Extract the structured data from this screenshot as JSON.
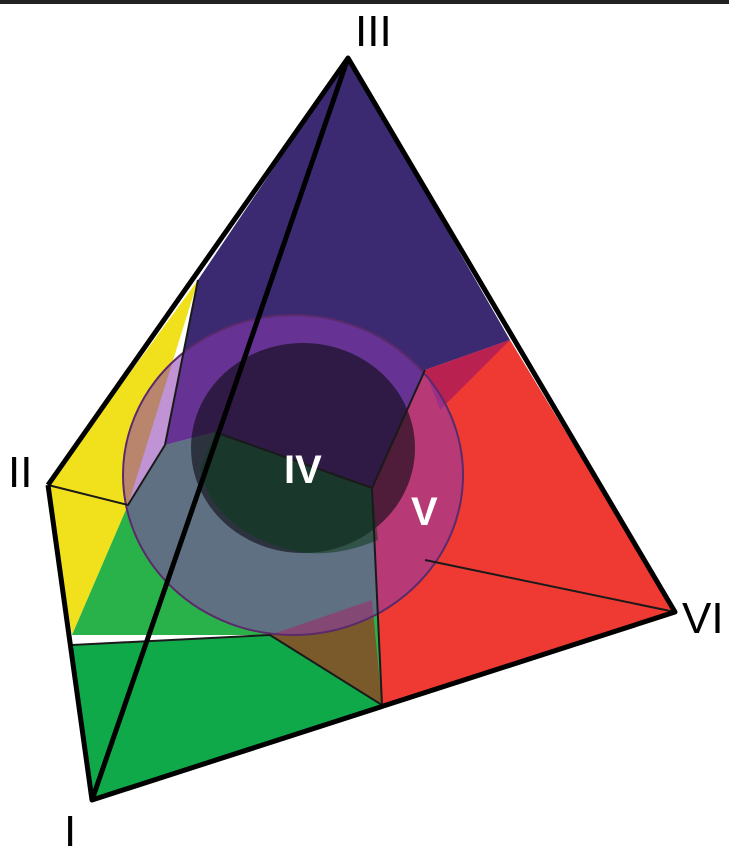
{
  "vertex_labels": {
    "i": "I",
    "ii": "II",
    "iii": "III",
    "vi": "VI"
  },
  "region_labels": {
    "iv": "IV",
    "v": "V"
  },
  "colors": {
    "yellow": "#f1e11c",
    "green_light": "#2ab24a",
    "green_dark": "#10a94a",
    "purple": "#3b2a72",
    "red": "#ee3a32",
    "outline": "#000000",
    "ring_fill": "#8a3bb0",
    "inner_dark": "#0a0a10"
  }
}
